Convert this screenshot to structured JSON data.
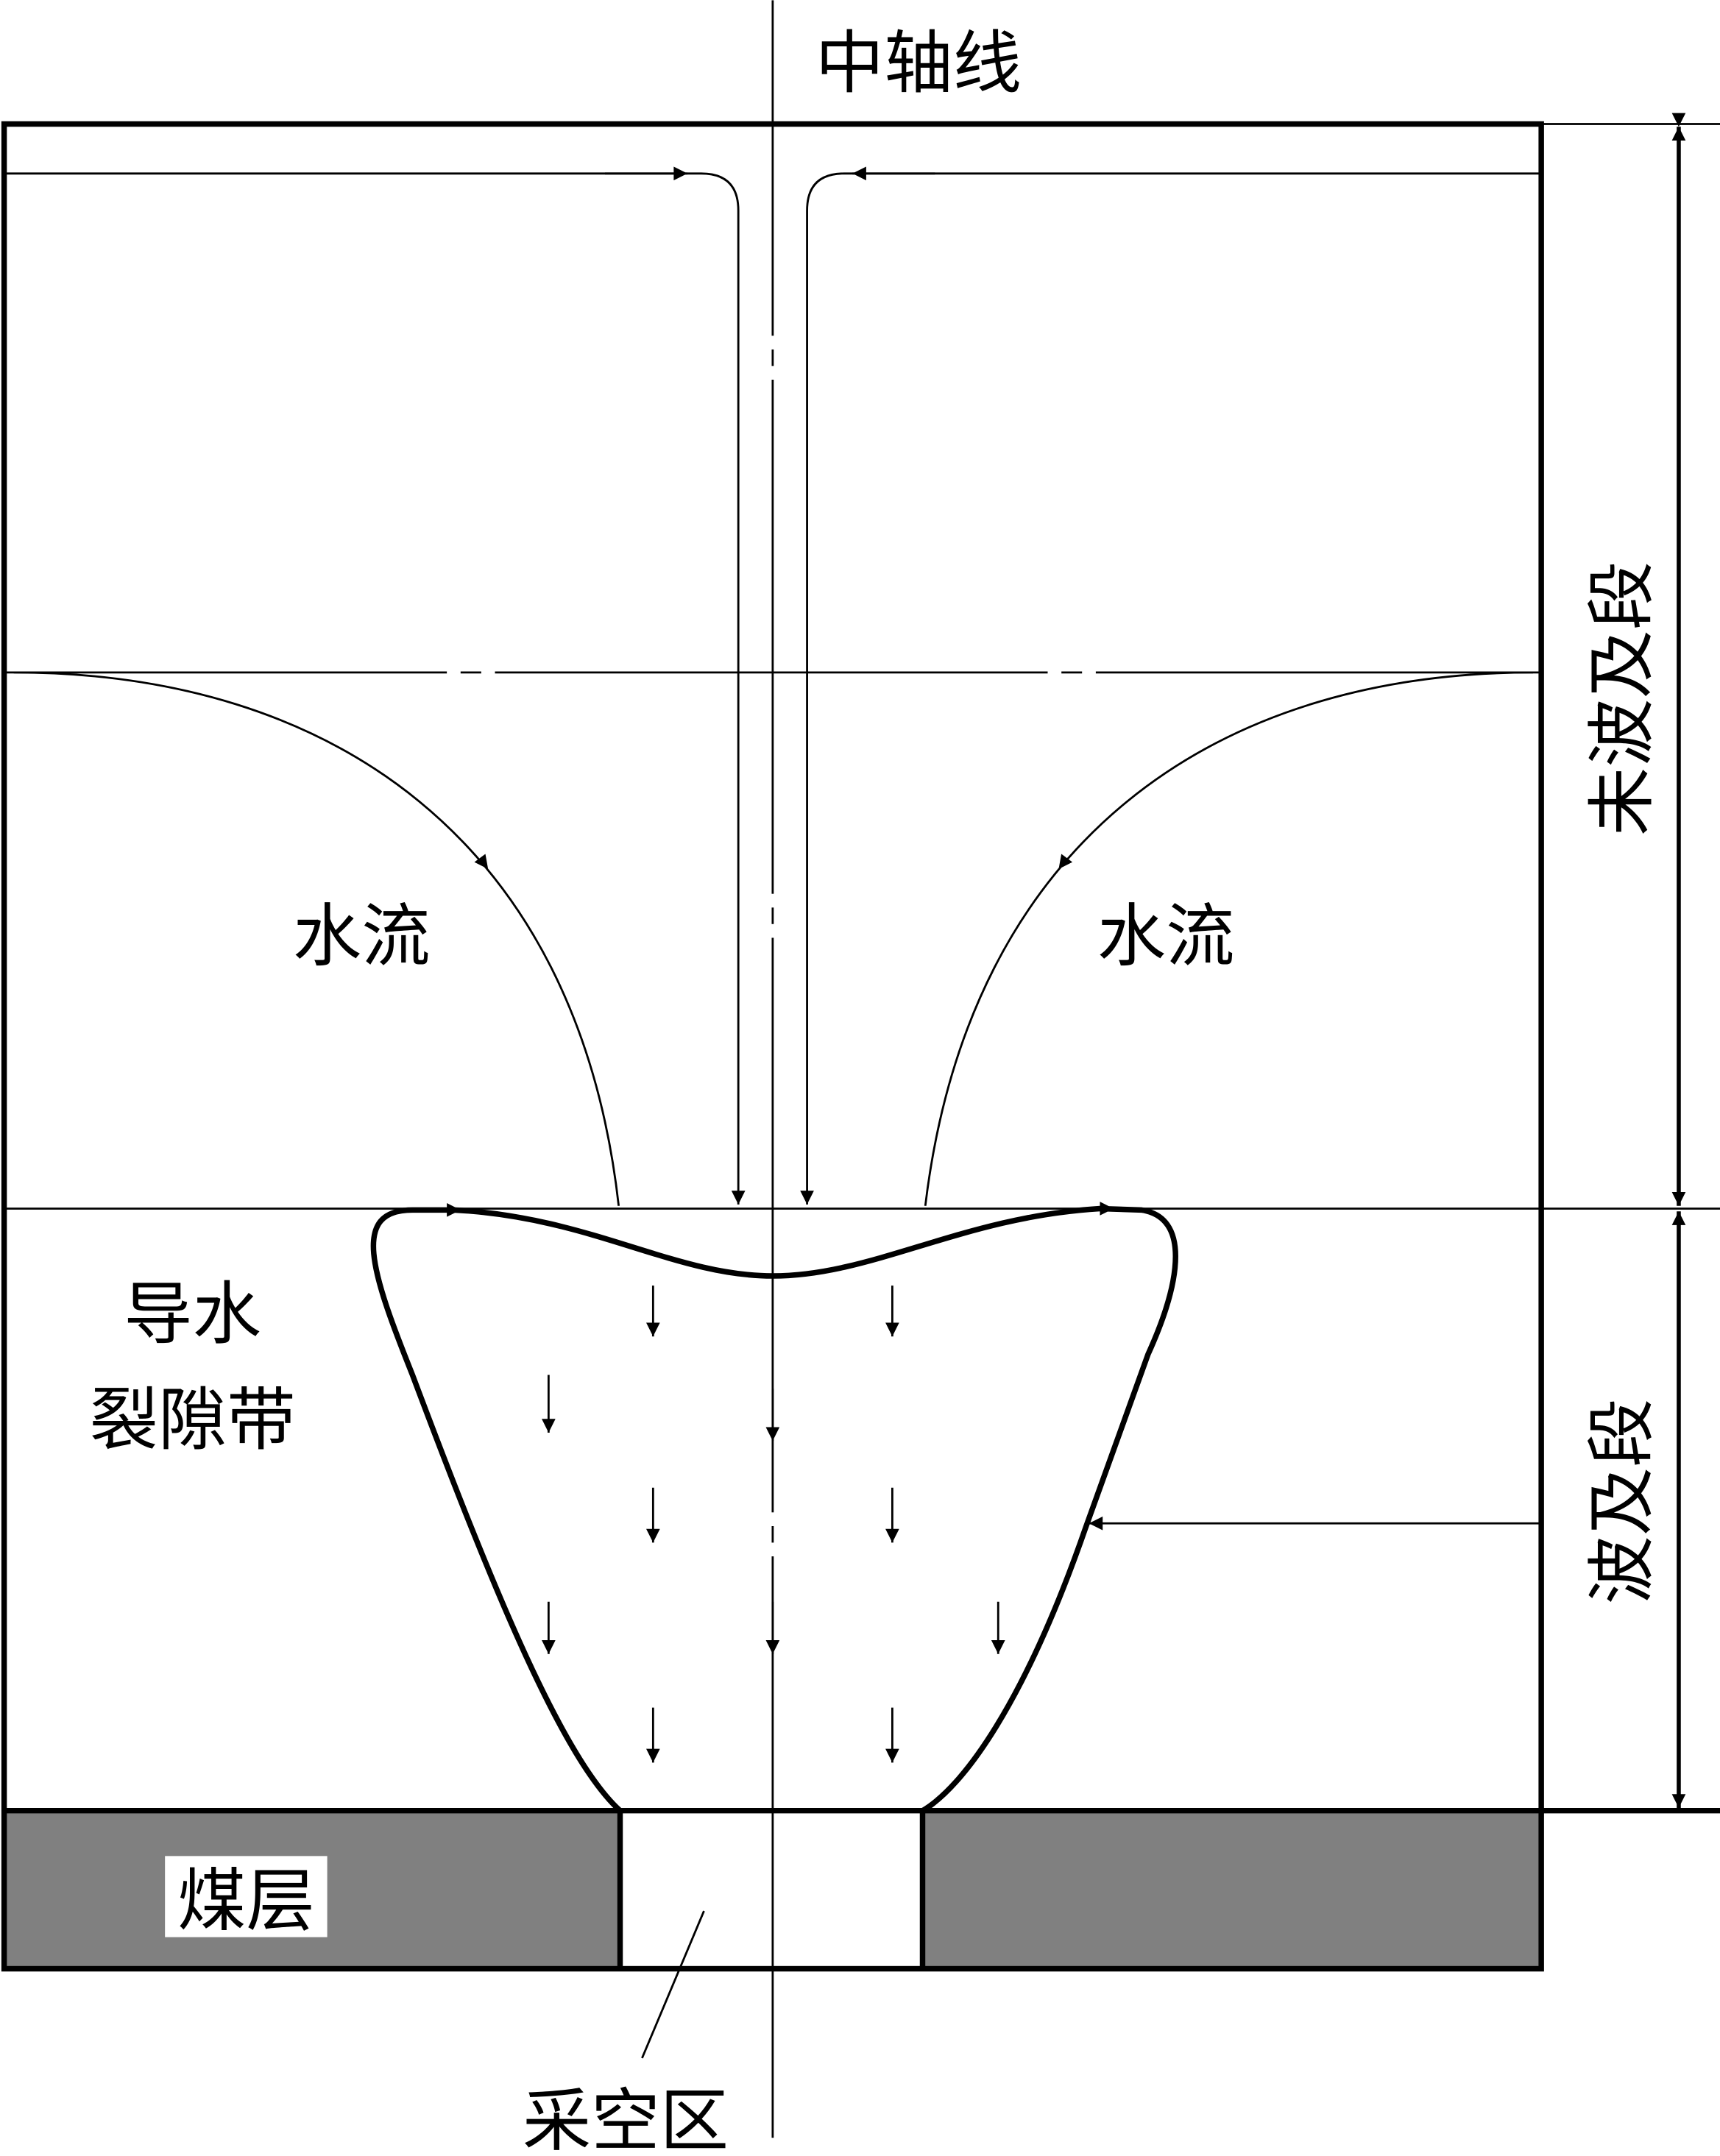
{
  "labels": {
    "axis": "中轴线",
    "unaffected_section": "未波及段",
    "affected_section": "波及段",
    "water_flow_left": "水流",
    "water_flow_right": "水流",
    "fracture_zone_line1": "导水",
    "fracture_zone_line2": "裂隙带",
    "coal_seam": "煤层",
    "goaf": "采空区"
  },
  "colors": {
    "coal_seam": "#808080",
    "line": "#000000",
    "background": "#ffffff"
  }
}
